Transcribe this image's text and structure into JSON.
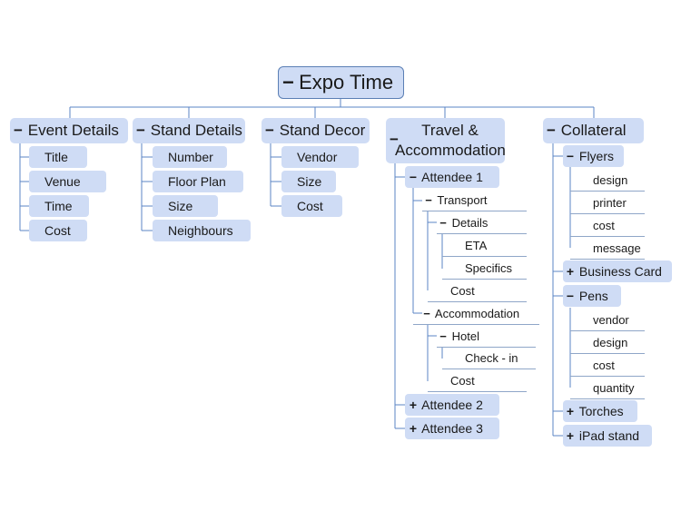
{
  "root": "Expo Time",
  "toggles": {
    "expanded": "−",
    "collapsed": "+"
  },
  "branches": {
    "event": {
      "label": "Event Details",
      "items": [
        "Title",
        "Venue",
        "Time",
        "Cost"
      ]
    },
    "stand": {
      "label": "Stand Details",
      "items": [
        "Number",
        "Floor Plan",
        "Size",
        "Neighbours"
      ]
    },
    "decor": {
      "label": "Stand Decor",
      "items": [
        "Vendor",
        "Size",
        "Cost"
      ]
    },
    "travel": {
      "label_line1": "Travel &",
      "label_line2": "Accommodation",
      "attendee1": "Attendee 1",
      "transport": "Transport",
      "details": "Details",
      "eta": "ETA",
      "specifics": "Specifics",
      "transport_cost": "Cost",
      "accommodation": "Accommodation",
      "hotel": "Hotel",
      "checkin": "Check - in",
      "accommodation_cost": "Cost",
      "attendee2": "Attendee 2",
      "attendee3": "Attendee 3"
    },
    "collateral": {
      "label": "Collateral",
      "flyers": "Flyers",
      "flyers_items": [
        "design",
        "printer",
        "cost",
        "message"
      ],
      "business_card": "Business Card",
      "pens": "Pens",
      "pens_items": [
        "vendor",
        "design",
        "cost",
        "quantity"
      ],
      "torches": "Torches",
      "ipad_stand": "iPad stand"
    }
  },
  "colors": {
    "node_fill": "#cfdcf5",
    "connector": "#5b84c4",
    "root_border": "#5b7fb5"
  }
}
